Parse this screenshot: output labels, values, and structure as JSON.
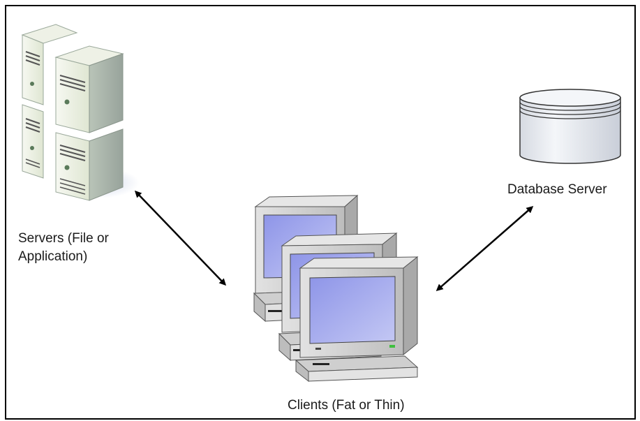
{
  "nodes": {
    "servers": {
      "label_line1": "Servers (File or",
      "label_line2": "Application)",
      "icon": "server-rack-icon"
    },
    "database": {
      "label": "Database Server",
      "icon": "database-cylinder-icon"
    },
    "clients": {
      "label": "Clients (Fat or Thin)",
      "icon": "desktop-computer-icon"
    }
  },
  "edges": [
    {
      "from": "servers",
      "to": "clients",
      "style": "double-headed-arrow"
    },
    {
      "from": "database",
      "to": "clients",
      "style": "double-headed-arrow"
    }
  ],
  "colors": {
    "border": "#000000",
    "arrow": "#000000",
    "server_body": "#e4ebd8",
    "monitor_body": "#d4d4d4",
    "screen": "#a9aef0",
    "database_body": "#e9ecf0",
    "power_led": "#3fbf3f"
  }
}
